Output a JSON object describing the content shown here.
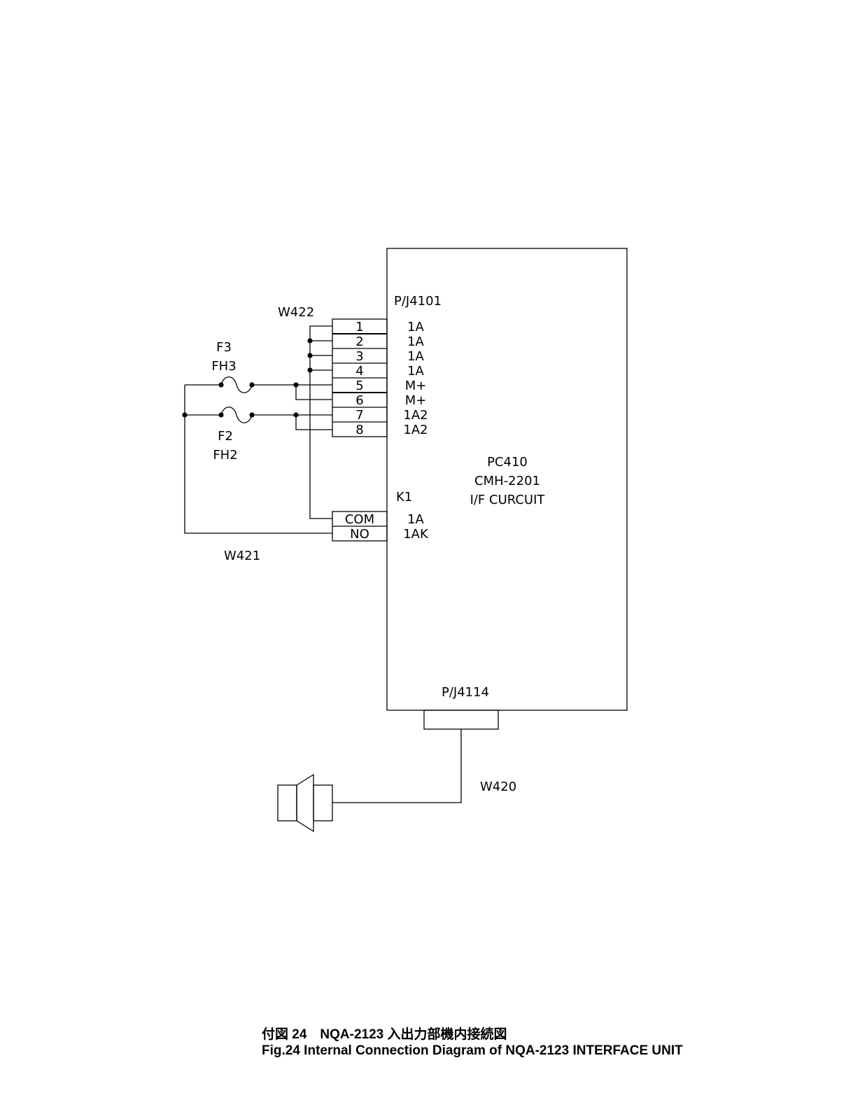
{
  "pc_board": {
    "connector_top": "P/J4101",
    "name": "PC410",
    "model": "CMH-2201",
    "circuit": "I/F CURCUIT",
    "relay": "K1",
    "connector_bottom": "P/J4114"
  },
  "connector_pins": [
    {
      "pin": "1",
      "signal": "1A"
    },
    {
      "pin": "2",
      "signal": "1A"
    },
    {
      "pin": "3",
      "signal": "1A"
    },
    {
      "pin": "4",
      "signal": "1A"
    },
    {
      "pin": "5",
      "signal": "M+"
    },
    {
      "pin": "6",
      "signal": "M+"
    },
    {
      "pin": "7",
      "signal": "1A2"
    },
    {
      "pin": "8",
      "signal": "1A2"
    }
  ],
  "relay_pins": [
    {
      "pin": "COM",
      "signal": "1A"
    },
    {
      "pin": "NO",
      "signal": "1AK"
    }
  ],
  "cables": {
    "w422": "W422",
    "w421": "W421",
    "w420": "W420"
  },
  "fuses": {
    "f3": "F3",
    "fh3": "FH3",
    "f2": "F2",
    "fh2": "FH2"
  },
  "caption": {
    "line1": "付図 24　NQA-2123 入出力部機内接続図",
    "line2": "Fig.24 Internal Connection Diagram of NQA-2123 INTERFACE UNIT"
  }
}
